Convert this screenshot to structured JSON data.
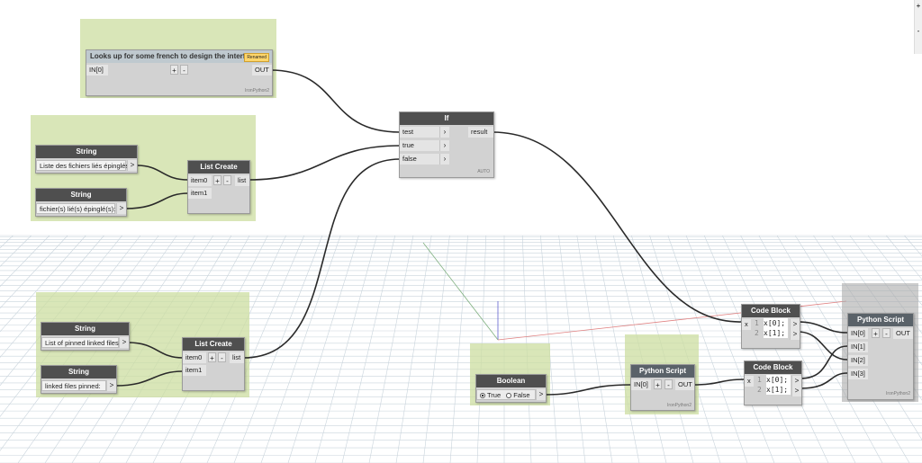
{
  "groups": [
    {
      "id": "g1"
    },
    {
      "id": "g2"
    },
    {
      "id": "g3"
    },
    {
      "id": "g4"
    },
    {
      "id": "g5"
    },
    {
      "id": "g6"
    }
  ],
  "python_top": {
    "title": "Looks up for some french to design the interface",
    "badge": "Renamed",
    "input": "IN[0]",
    "plus": "+",
    "minus": "-",
    "output": "OUT",
    "engine": "IronPython2"
  },
  "if_node": {
    "title": "If",
    "inputs": [
      "test",
      "true",
      "false"
    ],
    "output": "result",
    "lacing": "AUTO"
  },
  "string_fr_1": {
    "title": "String",
    "value": "Liste des fichiers liés épinglés",
    "arrow": ">"
  },
  "string_fr_2": {
    "title": "String",
    "value": "fichier(s) lié(s) épinglé(s):",
    "arrow": ">"
  },
  "list_create_fr": {
    "title": "List Create",
    "inputs": [
      "item0",
      "item1"
    ],
    "plus": "+",
    "minus": "-",
    "output": "list"
  },
  "string_en_1": {
    "title": "String",
    "value": "List of pinned linked files",
    "arrow": ">"
  },
  "string_en_2": {
    "title": "String",
    "value": "linked files pinned:",
    "arrow": ">"
  },
  "list_create_en": {
    "title": "List Create",
    "inputs": [
      "item0",
      "item1"
    ],
    "plus": "+",
    "minus": "-",
    "output": "list"
  },
  "boolean_node": {
    "title": "Boolean",
    "true_label": "True",
    "false_label": "False",
    "selected": "True",
    "arrow": ">"
  },
  "python_mid": {
    "title": "Python Script",
    "input": "IN[0]",
    "plus": "+",
    "minus": "-",
    "output": "OUT",
    "engine": "IronPython2"
  },
  "code_block_1": {
    "title": "Code Block",
    "input": "x",
    "lines": [
      "1",
      "2"
    ],
    "code": [
      "x[0];",
      "x[1];"
    ]
  },
  "code_block_2": {
    "title": "Code Block",
    "input": "x",
    "lines": [
      "1",
      "2"
    ],
    "code": [
      "x[0];",
      "x[1];"
    ]
  },
  "python_right": {
    "title": "Python Script",
    "inputs": [
      "IN[0]",
      "IN[1]",
      "IN[2]",
      "IN[3]"
    ],
    "plus": "+",
    "minus": "-",
    "output": "OUT",
    "engine": "IronPython2"
  },
  "colors": {
    "group_green": "#ccdea0",
    "header_dark": "#4f4f4f",
    "wire": "#2a2a2a",
    "grid_line": "#c9d4dc"
  }
}
